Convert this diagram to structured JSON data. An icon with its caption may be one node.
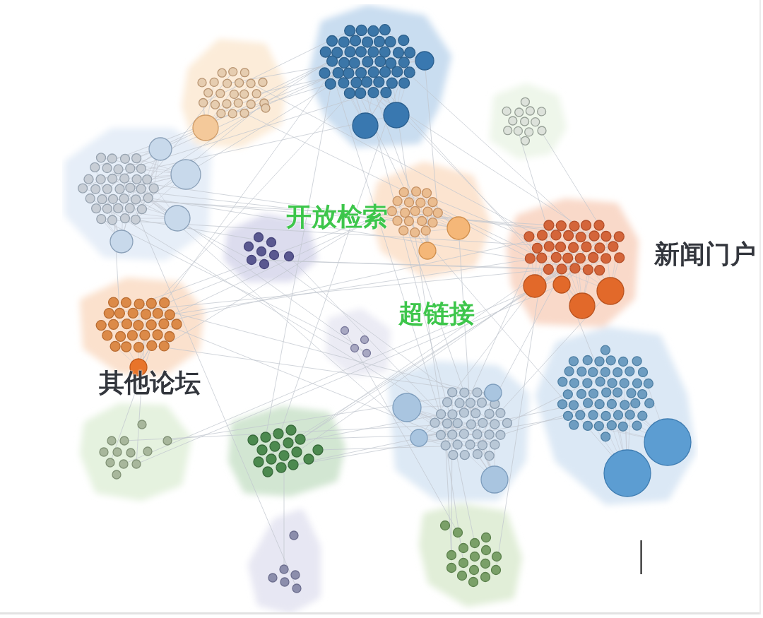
{
  "diagram": {
    "labels": [
      "开放检索",
      "新闻门户",
      "超链接",
      "其他论坛"
    ]
  }
}
